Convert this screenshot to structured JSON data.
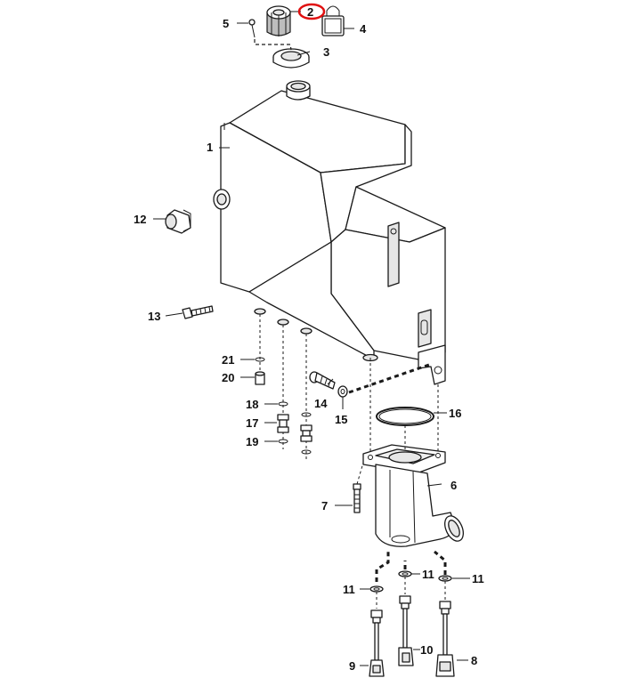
{
  "diagram": {
    "highlight_color": "#e01010",
    "callouts": {
      "c1": "1",
      "c2": "2",
      "c3": "3",
      "c4": "4",
      "c5": "5",
      "c6": "6",
      "c7": "7",
      "c8": "8",
      "c9": "9",
      "c10": "10",
      "c11a": "11",
      "c11b": "11",
      "c11c": "11",
      "c12": "12",
      "c13": "13",
      "c14": "14",
      "c15": "15",
      "c16": "16",
      "c17": "17",
      "c18": "18",
      "c19": "19",
      "c20": "20",
      "c21": "21"
    },
    "highlighted_callout": "2"
  }
}
